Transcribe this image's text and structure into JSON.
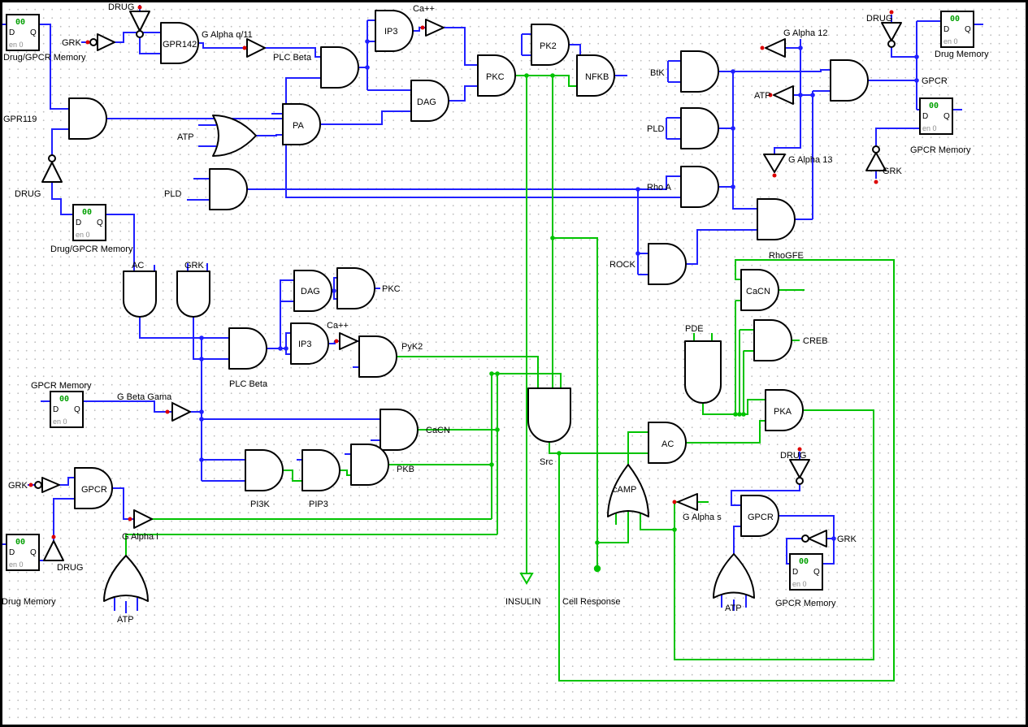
{
  "colors": {
    "wire": "#2020ff",
    "active": "#00c300",
    "error": "#dd0000",
    "gate": "#000000",
    "label": "#000000",
    "grid_dot": "#bdbdbd",
    "ff_value": "#00a000",
    "ff_en": "#8a8a8a",
    "background": "#ffffff",
    "border": "#000000"
  },
  "ff": {
    "value": "00",
    "d": "D",
    "q": "Q",
    "en": "en 0"
  },
  "labels": {
    "ff_mem_tl": "Drug/GPCR Memory",
    "drug_tl": "DRUG",
    "grk_tl": "GRK",
    "gpr142": "GPR142",
    "g_alpha_q11": "G Alpha q/11",
    "plc_beta_top": "PLC Beta",
    "ip3_top": "IP3",
    "ca_top": "Ca++",
    "dag_top": "DAG",
    "atp_tl": "ATP",
    "pa": "PA",
    "pld_tl": "PLD",
    "gpr119": "GPR119",
    "drug_l": "DRUG",
    "ff_mem_l2": "Drug/GPCR Memory",
    "pkc_top": "PKC",
    "pk2": "PK2",
    "nfkb": "NFKB",
    "btk": "BtK",
    "g_alpha_12": "G Alpha 12",
    "atp_r": "ATP",
    "drug_tr": "DRUG",
    "drug_mem_tr": "Drug Memory",
    "gpcr_r": "GPCR",
    "gpcr_mem_r": "GPCR Memory",
    "grk_r": "GRK",
    "pld_r": "PLD",
    "rho_a": "Rho A",
    "g_alpha_13": "G Alpha 13",
    "rhogfe": "RhoGFE",
    "rock": "ROCK",
    "ac_ml": "AC",
    "grk_ml": "GRK",
    "dag_mid": "DAG",
    "pkc_mid": "PKC",
    "plc_beta_mid": "PLC Beta",
    "ip3_mid": "IP3",
    "ca_mid": "Ca++",
    "pyk2": "PyK2",
    "g_beta_gama": "G Beta Gama",
    "cacn_mid": "CaCN",
    "pi3k": "PI3K",
    "pip3": "PIP3",
    "pkb": "PKB",
    "gpcr_mem_l": "GPCR Memory",
    "grk_l": "GRK",
    "gpcr_l": "GPCR",
    "g_alpha_i": "G Alpha i",
    "atp_bl": "ATP",
    "drug_bl": "DRUG",
    "drug_mem_bl": "Drug Memory",
    "src": "Src",
    "cacn_r": "CaCN",
    "pde": "PDE",
    "creb": "CREB",
    "pka": "PKA",
    "ac_r": "AC",
    "camp": "cAMP",
    "g_alpha_s": "G Alpha s",
    "gpcr_br": "GPCR",
    "grk_br": "GRK",
    "gpcr_mem_br": "GPCR Memory",
    "atp_br": "ATP",
    "drug_br": "DRUG",
    "insulin": "INSULIN",
    "cell_response": "Cell Response"
  }
}
